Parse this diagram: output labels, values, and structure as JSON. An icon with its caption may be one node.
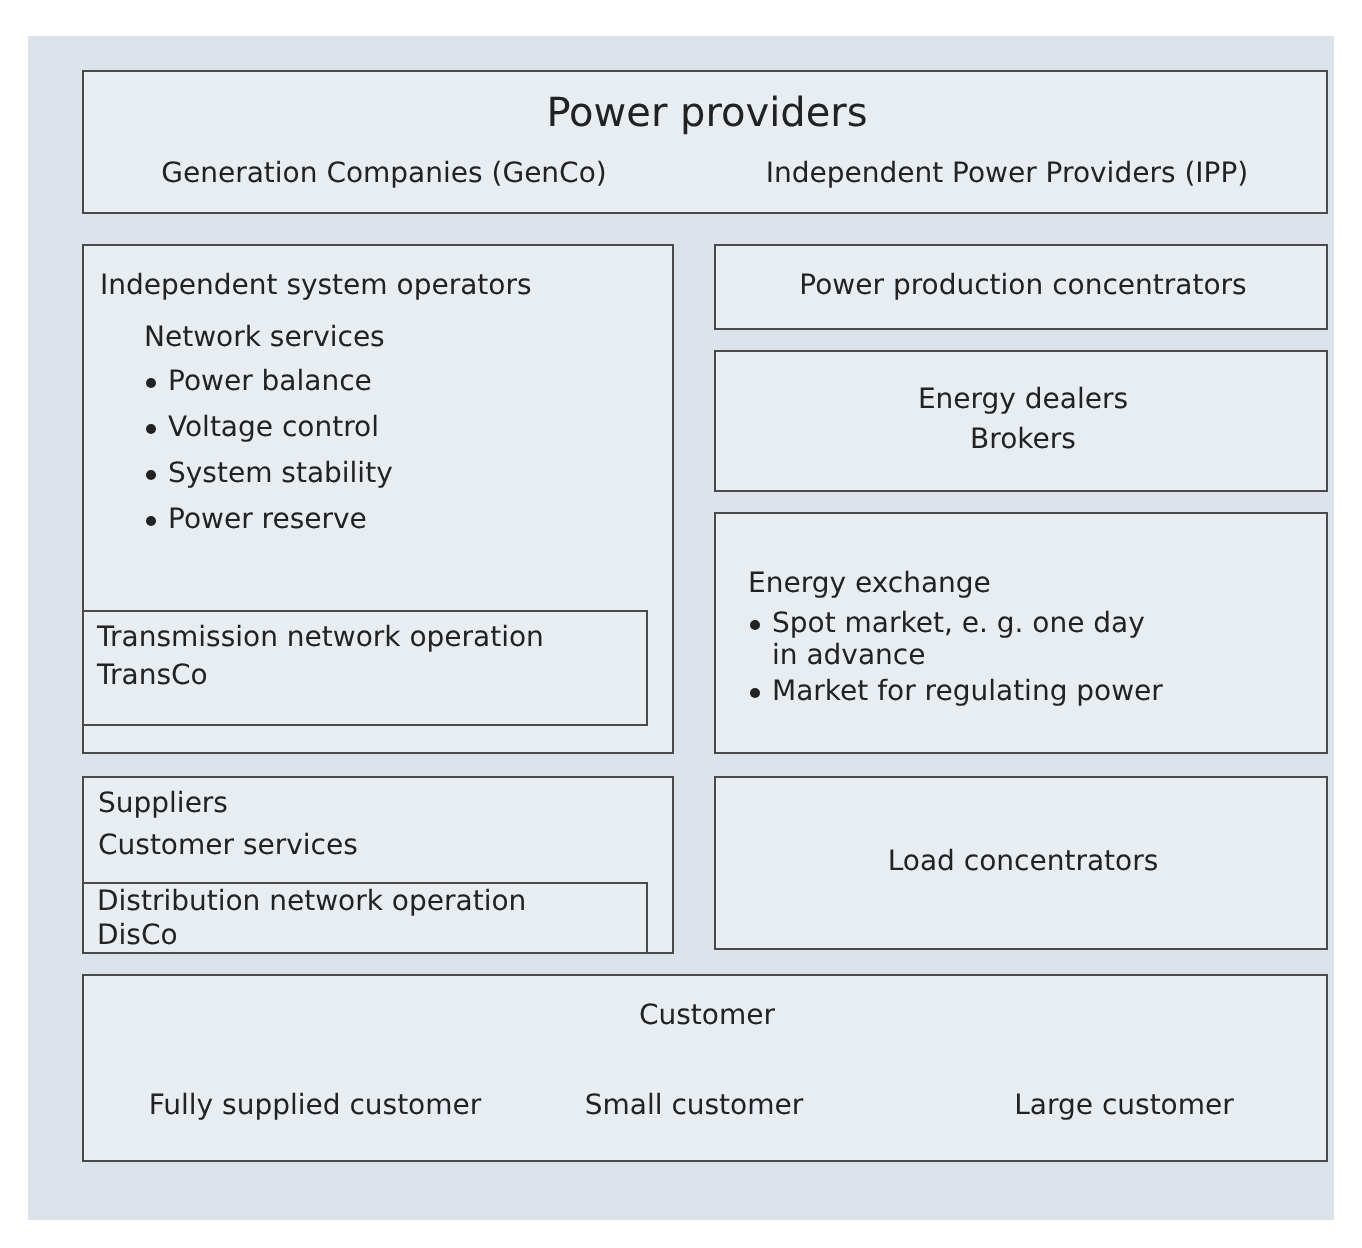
{
  "diagram": {
    "nodes": [
      {
        "text": [
          "Power providers",
          "Generation Companies (GenCo)",
          "Independent Power Providers (IPP)"
        ]
      },
      {
        "text": [
          "Independent system operators",
          "Network services",
          "Power balance",
          "Voltage control",
          "System stability",
          "Power reserve"
        ]
      },
      {
        "text": [
          "Transmission network operation",
          "TransCo"
        ],
        "in": 1
      },
      {
        "text": [
          "Power production concentrators"
        ]
      },
      {
        "text": [
          "Energy dealers",
          "Brokers"
        ]
      },
      {
        "text": [
          "Energy exchange",
          "Spot market, e. g. one day in advance",
          "Market for regulating power"
        ]
      },
      {
        "text": [
          "Suppliers",
          "Customer services"
        ]
      },
      {
        "text": [
          "Distribution network operation",
          "DisCo"
        ],
        "in": 6
      },
      {
        "text": [
          "Load concentrators"
        ]
      },
      {
        "text": [
          "Customer",
          "Fully supplied customer",
          "Small customer",
          "Large customer"
        ]
      }
    ],
    "edges": []
  }
}
